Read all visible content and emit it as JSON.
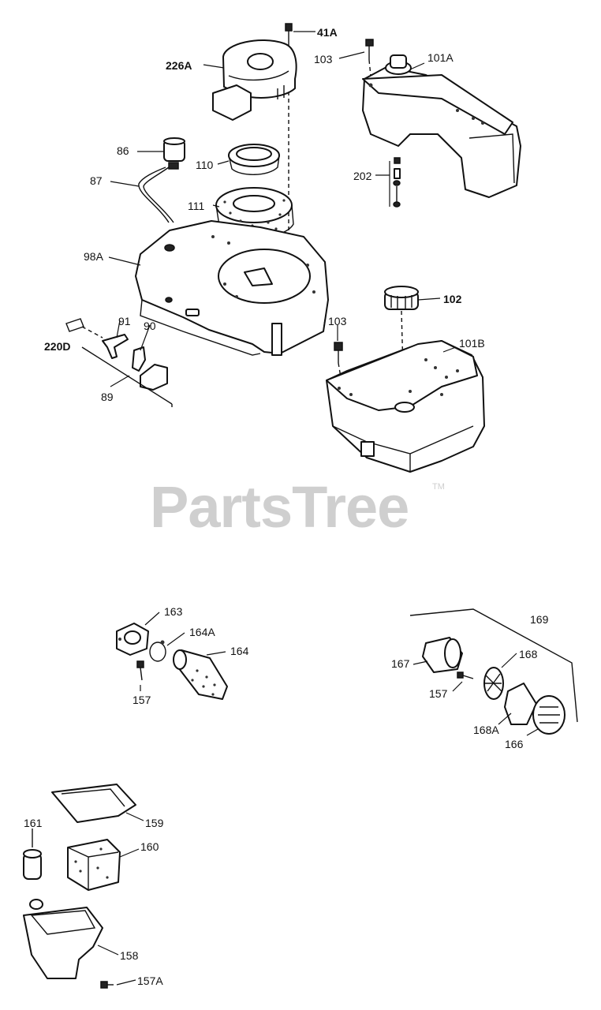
{
  "watermark": {
    "text": "PartsTree",
    "mark": "TM"
  },
  "labels": {
    "p41a": "41A",
    "p226a": "226A",
    "p103a": "103",
    "p101a": "101A",
    "p86": "86",
    "p110": "110",
    "p87": "87",
    "p202": "202",
    "p111": "111",
    "p98a": "98A",
    "p102": "102",
    "p103b": "103",
    "p91": "91",
    "p90": "90",
    "p101b": "101B",
    "p220d": "220D",
    "p89": "89",
    "p163": "163",
    "p164a": "164A",
    "p164": "164",
    "p157a": "157",
    "p169": "169",
    "p167": "167",
    "p168": "168",
    "p157b": "157",
    "p168a": "168A",
    "p166": "166",
    "p159": "159",
    "p161": "161",
    "p160": "160",
    "p158": "158",
    "p157c": "157A"
  }
}
